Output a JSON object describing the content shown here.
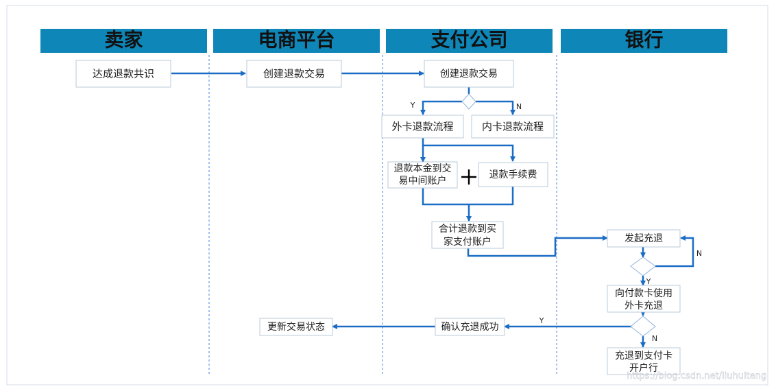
{
  "lanes": [
    "卖家",
    "电商平台",
    "支付公司",
    "银行"
  ],
  "nodes": {
    "seller_consensus": "达成退款共识",
    "platform_create": "创建退款交易",
    "pay_create": "创建退款交易",
    "external_flow": "外卡退款流程",
    "internal_flow": "内卡退款流程",
    "principal_line1": "退款本金到交",
    "principal_line2": "易中间账户",
    "plus_sign": "+",
    "fee": "退款手续费",
    "total_line1": "合计退款到买",
    "total_line2": "家支付账户",
    "bank_initiate": "发起充退",
    "bank_to_card_line1": "向付款卡使用",
    "bank_to_card_line2": "外卡充退",
    "bank_to_issuer_line1": "充退到支付卡",
    "bank_to_issuer_line2": "开户行",
    "confirm": "确认充退成功",
    "update_status": "更新交易状态"
  },
  "edge_labels": {
    "pay_yes": "Y",
    "pay_no": "N",
    "bank_loop_no": "N",
    "bank_to_card_yes": "Y",
    "bank_confirm_yes": "Y",
    "bank_issuer_no": "N"
  },
  "watermark": "https://blog.csdn.net/liuhuiteng",
  "colors": {
    "header_fill": "#0f86b8",
    "flow_blue": "#1a6cc4",
    "lane_divider": "#4a86d8",
    "node_border": "#b9c8da"
  }
}
